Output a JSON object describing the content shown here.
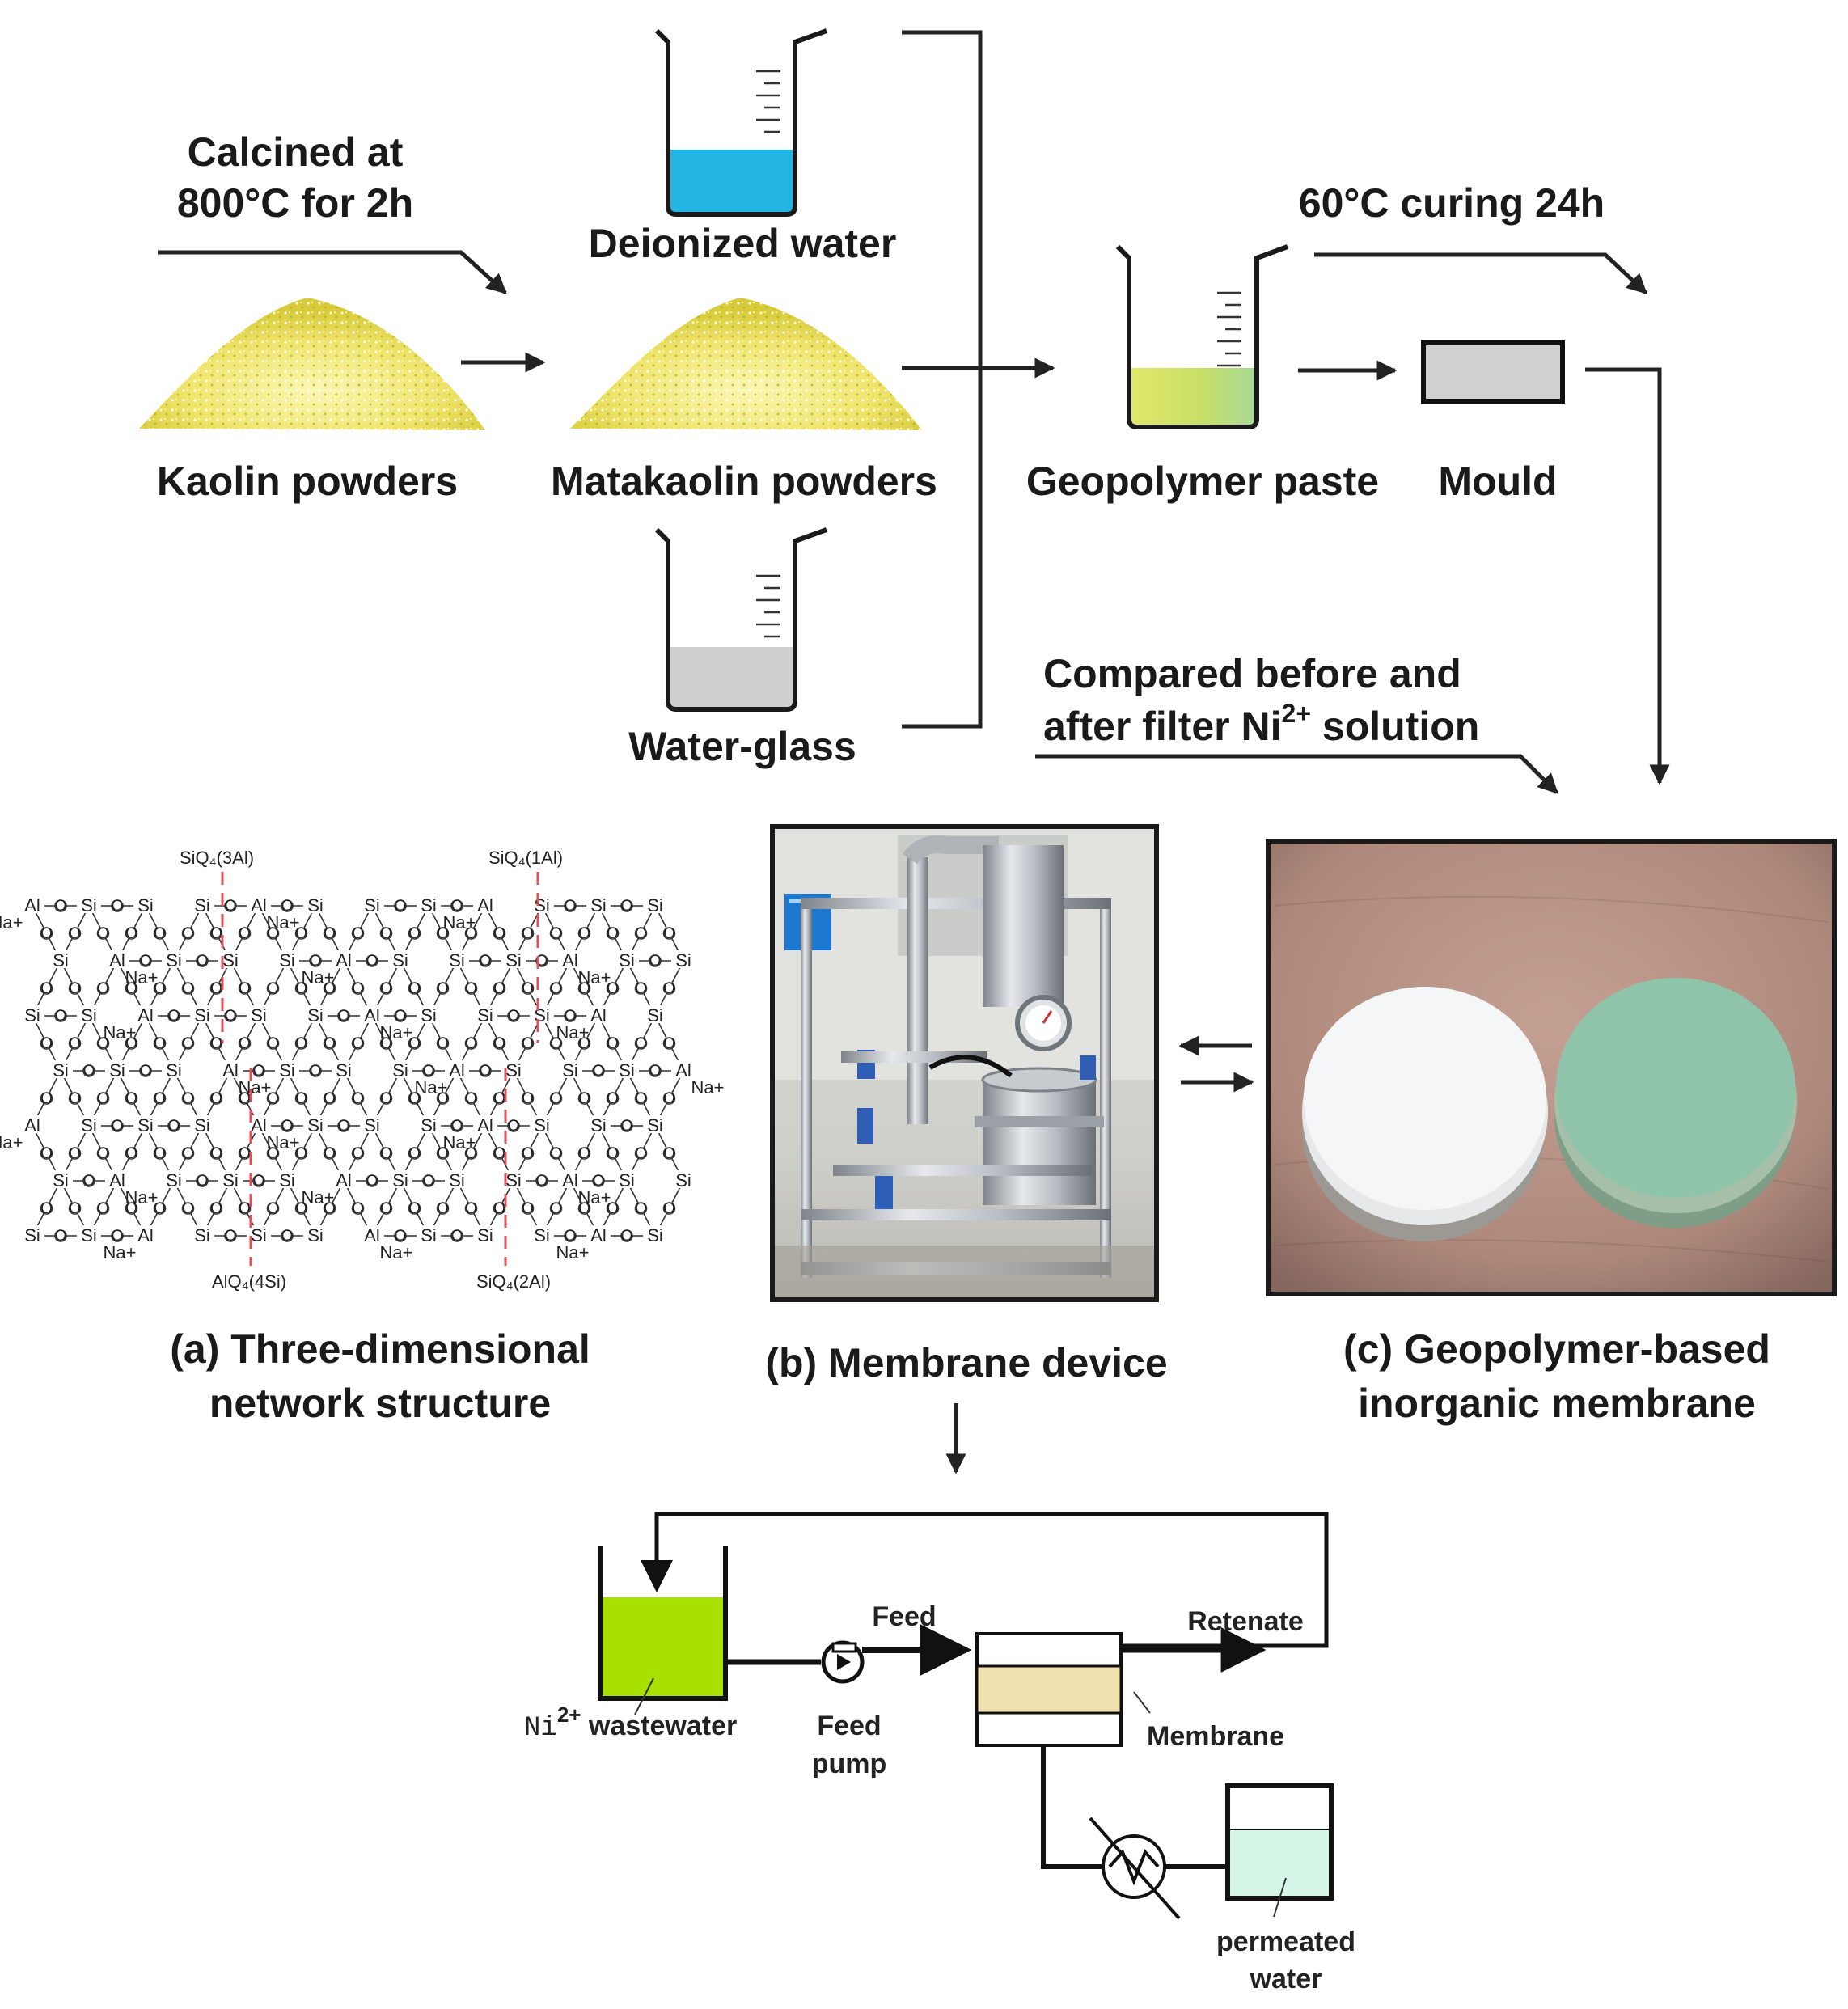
{
  "process": {
    "calcined_line1": "Calcined at",
    "calcined_line2": "800°C for 2h",
    "kaolin": "Kaolin powders",
    "metakaolin": "Matakaolin powders",
    "deionized": "Deionized water",
    "waterglass": "Water-glass",
    "paste": "Geopolymer paste",
    "mould": "Mould",
    "curing": "60°C curing 24h",
    "compared_line1": "Compared before and",
    "compared_line2_pre": "after filter Ni",
    "compared_line2_sup": "2+",
    "compared_line2_post": " solution"
  },
  "panels": {
    "a_line1": "(a) Three-dimensional",
    "a_line2": "network structure",
    "b": "(b) Membrane device",
    "c_line1": "(c) Geopolymer-based",
    "c_line2": "inorganic membrane"
  },
  "network": {
    "labels": [
      "SiQ₄(3Al)",
      "SiQ₄(1Al)",
      "AlQ₄(4Si)",
      "SiQ₄(2Al)"
    ],
    "sodium": "Na+",
    "oxygen": "O",
    "silicon": "Si",
    "aluminium": "Al"
  },
  "flow": {
    "wastewater_pre": "Ni",
    "wastewater_sup": "2+",
    "wastewater_post": " wastewater",
    "feed": "Feed",
    "pump_line1": "Feed",
    "pump_line2": "pump",
    "retenate": "Retenate",
    "membrane": "Membrane",
    "permeated_line1": "permeated",
    "permeated_line2": "water"
  },
  "colors": {
    "deionized_water": "#22b5e3",
    "water_glass": "#cfcfcf",
    "geopolymer_paste": "#d8e46c",
    "powder": "#ece46a",
    "wastewater": "#a8e000",
    "membrane_layer": "#f2e1b0",
    "permeate": "#d5f6e6",
    "membrane_disc_green": "#8fc4aa"
  }
}
